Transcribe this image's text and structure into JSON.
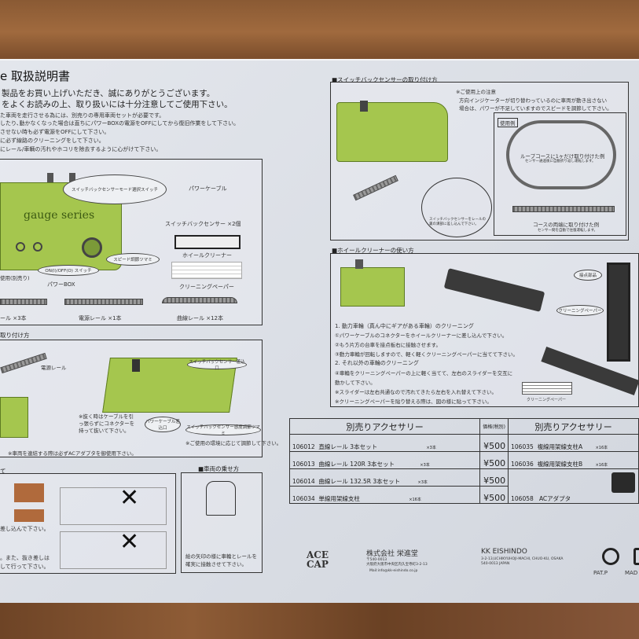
{
  "header": {
    "title": "e 取扱説明書",
    "lead": [
      "製品をお買い上げいただき、誠にありがとうございます。",
      "をよくお読みの上、取り扱いには十分注意してご使用下さい。"
    ],
    "notes": [
      "た車両を走行させる為には、別売りの専用車両セットが必要です。",
      "したり､動かなくなった場合は直ちにパワーBOXの電源をOFFにしてから復旧作業をして下さい。",
      "させない時も必ず電源をOFFにして下さい。",
      "に必ず線路のクリーニングをして下さい。",
      "にレール/車輌の汚れやホコリを除去するように心がけて下さい。"
    ]
  },
  "contents": {
    "brand": "gauge series",
    "callout_switch": "スイッチバックセンサーモード選択スイッチ",
    "callout_speed": "スピード調節ツマミ",
    "callout_onoff": "ON(I)/OFF(O) スイッチ",
    "power_box": "パワーBOX",
    "separate": "使用(別売り)",
    "items": [
      "パワーケーブル",
      "スイッチバックセンサー ×2個",
      "ホイールクリーナー",
      "クリーニングペーパー"
    ],
    "rails": [
      "ール ×3本",
      "電源レール ×1本",
      "曲線レール ×12本"
    ]
  },
  "connect": {
    "title": "取り付け方",
    "power_rail": "電源レール",
    "note_cable": "※抜く時はケーブルを引っ張らずにコネクターを持って抜いて下さい。",
    "note_ac": "※車両を連結する際は必ずACアダプタを御使用下さい。",
    "callout_cable": "パワーケーブル差込口",
    "callout_sensor": "スイッチバックセンサー差込口",
    "callout_adjust": "スイッチバックセンサー感度調節ツマミ",
    "note_adjust": "※ご使用の環境に応じて調節して下さい。"
  },
  "rail_join": {
    "title": "て",
    "text1": "差し込んで下さい。",
    "text2": "。また、抜き差しは",
    "text3": "して行って下さい。",
    "ng": "✕"
  },
  "car": {
    "title": "■車両の乗せ方",
    "text": "絵の矢印の様に車輪とレールを確実に接触させて下さい。"
  },
  "sensor": {
    "title": "■スイッチバックセンサーの取り付け方",
    "caution_title": "※ご使用上の注意",
    "caution": [
      "方向インジケーターが切り替わっているのに車両が動き出さない",
      "場合は、パワーが不足していますのでスピードを調節して下さい。"
    ],
    "example": "使用例",
    "loop": "ループコースに1ヶだけ取り付けた例",
    "loop_sub": "センサー通過後に自動折り返し運転します。",
    "both": "コースの両端に取り付けた例",
    "both_sub": "センサー間を自動で往復運転します。",
    "insert": "スイッチバックセンサーをレールの裏の溝部に差し込んで下さい。"
  },
  "cleaner": {
    "title": "■ホイールクリーナーの使い方",
    "steps": [
      "1. 動力車輪（真ん中にギアがある車輪）のクリーニング",
      "①パワーケーブルのコネクターをホイールクリーナーに差し込んで下さい。",
      "②もう片方の台車を接点板右に接触させます。",
      "③動力車輪が回転しますので、軽く軽くクリーニングペーパーに当てて下さい。",
      "2. それ以外の車輪のクリーニング",
      "④車輪をクリーニングペーパーの上に軽く当てて、左右のスライダーを交互に",
      "動かして下さい。",
      "※スライダーは左右共通なので汚れてきたら左右を入れ替えて下さい。",
      "※クリーニングペーパーを貼り替える際は、図の様に貼って下さい。"
    ],
    "contact": "接点部品",
    "paper": "クリーニングペーパー",
    "paper2": "クリーニングペーパー"
  },
  "accessories": {
    "header": "別売りアクセサリー",
    "price_header": "価格(税別)",
    "left": [
      {
        "code": "106012",
        "name": "直線レール 3本セット",
        "qty": "×3本",
        "price": "¥500"
      },
      {
        "code": "106013",
        "name": "曲線レール 120R 3本セット",
        "qty": "×3本",
        "price": "¥500"
      },
      {
        "code": "106014",
        "name": "曲線レール 132.5R 3本セット",
        "qty": "×3本",
        "price": "¥500"
      },
      {
        "code": "106034",
        "name": "単線用架線支柱",
        "qty": "×16本",
        "price": "¥500"
      }
    ],
    "right": [
      {
        "code": "106035",
        "name": "複線用架線支柱A",
        "qty": "×16本"
      },
      {
        "code": "106036",
        "name": "複線用架線支柱B",
        "qty": "×16本"
      },
      {
        "code": "106058",
        "name": "ACアダプタ"
      }
    ]
  },
  "footer": {
    "logo": "ACE CAP",
    "company_jp": "株式会社 栄進堂",
    "postal": "〒540-0013",
    "address_jp": "大阪府大阪市中央区内久宝寺町3-2-13",
    "mail": "Mail:info@kk-eishindo.co.jp",
    "company_en": "KK EISHINDO",
    "address_en": "3-2-13,UCHIKYUHOJI-MACHI, CHUO-KU, OSAKA",
    "postal_en": "540-0013 JAPAN",
    "pat": "PAT.P",
    "made": "MAD"
  },
  "colors": {
    "device": "#a5c64e",
    "sheet": "#dde0e6",
    "wood": "#8a5a34"
  }
}
